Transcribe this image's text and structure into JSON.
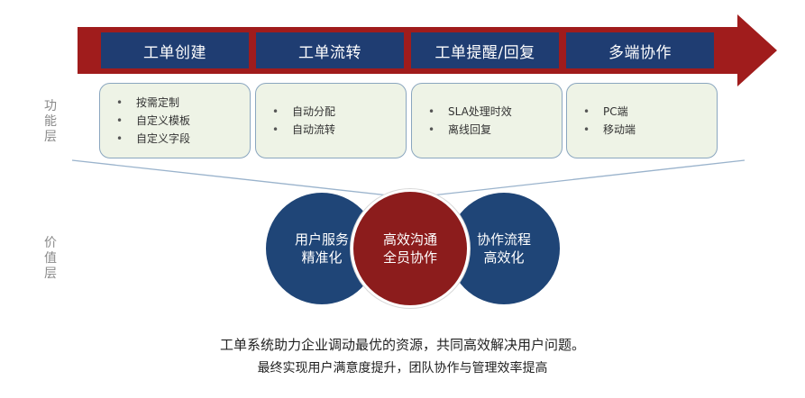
{
  "banner": {
    "arrow_color": "#a01c1c",
    "stage_color": "#1f3d72",
    "stages": [
      {
        "label": "工单创建"
      },
      {
        "label": "工单流转"
      },
      {
        "label": "工单提醒/回复"
      },
      {
        "label": "多端协作"
      }
    ]
  },
  "side_labels": {
    "function_layer": "功\n能\n层",
    "value_layer": "价\n值\n层"
  },
  "features": [
    {
      "items": [
        "按需定制",
        "自定义模板",
        "自定义字段"
      ]
    },
    {
      "items": [
        "自动分配",
        "自动流转"
      ]
    },
    {
      "items": [
        "SLA处理时效",
        "离线回复"
      ]
    },
    {
      "items": [
        "PC端",
        "移动端"
      ]
    }
  ],
  "bullet_glyph": "•",
  "value_circles": {
    "left": {
      "line1": "用户服务",
      "line2": "精准化",
      "color": "#1f4577"
    },
    "center": {
      "line1": "高效沟通",
      "line2": "全员协作",
      "color": "#8c1c1c"
    },
    "right": {
      "line1": "协作流程",
      "line2": "高效化",
      "color": "#1f4577"
    }
  },
  "summary": {
    "line1": "工单系统助力企业调动最优的资源，共同高效解决用户问题。",
    "line2": "最终实现用户满意度提升，团队协作与管理效率提高"
  }
}
